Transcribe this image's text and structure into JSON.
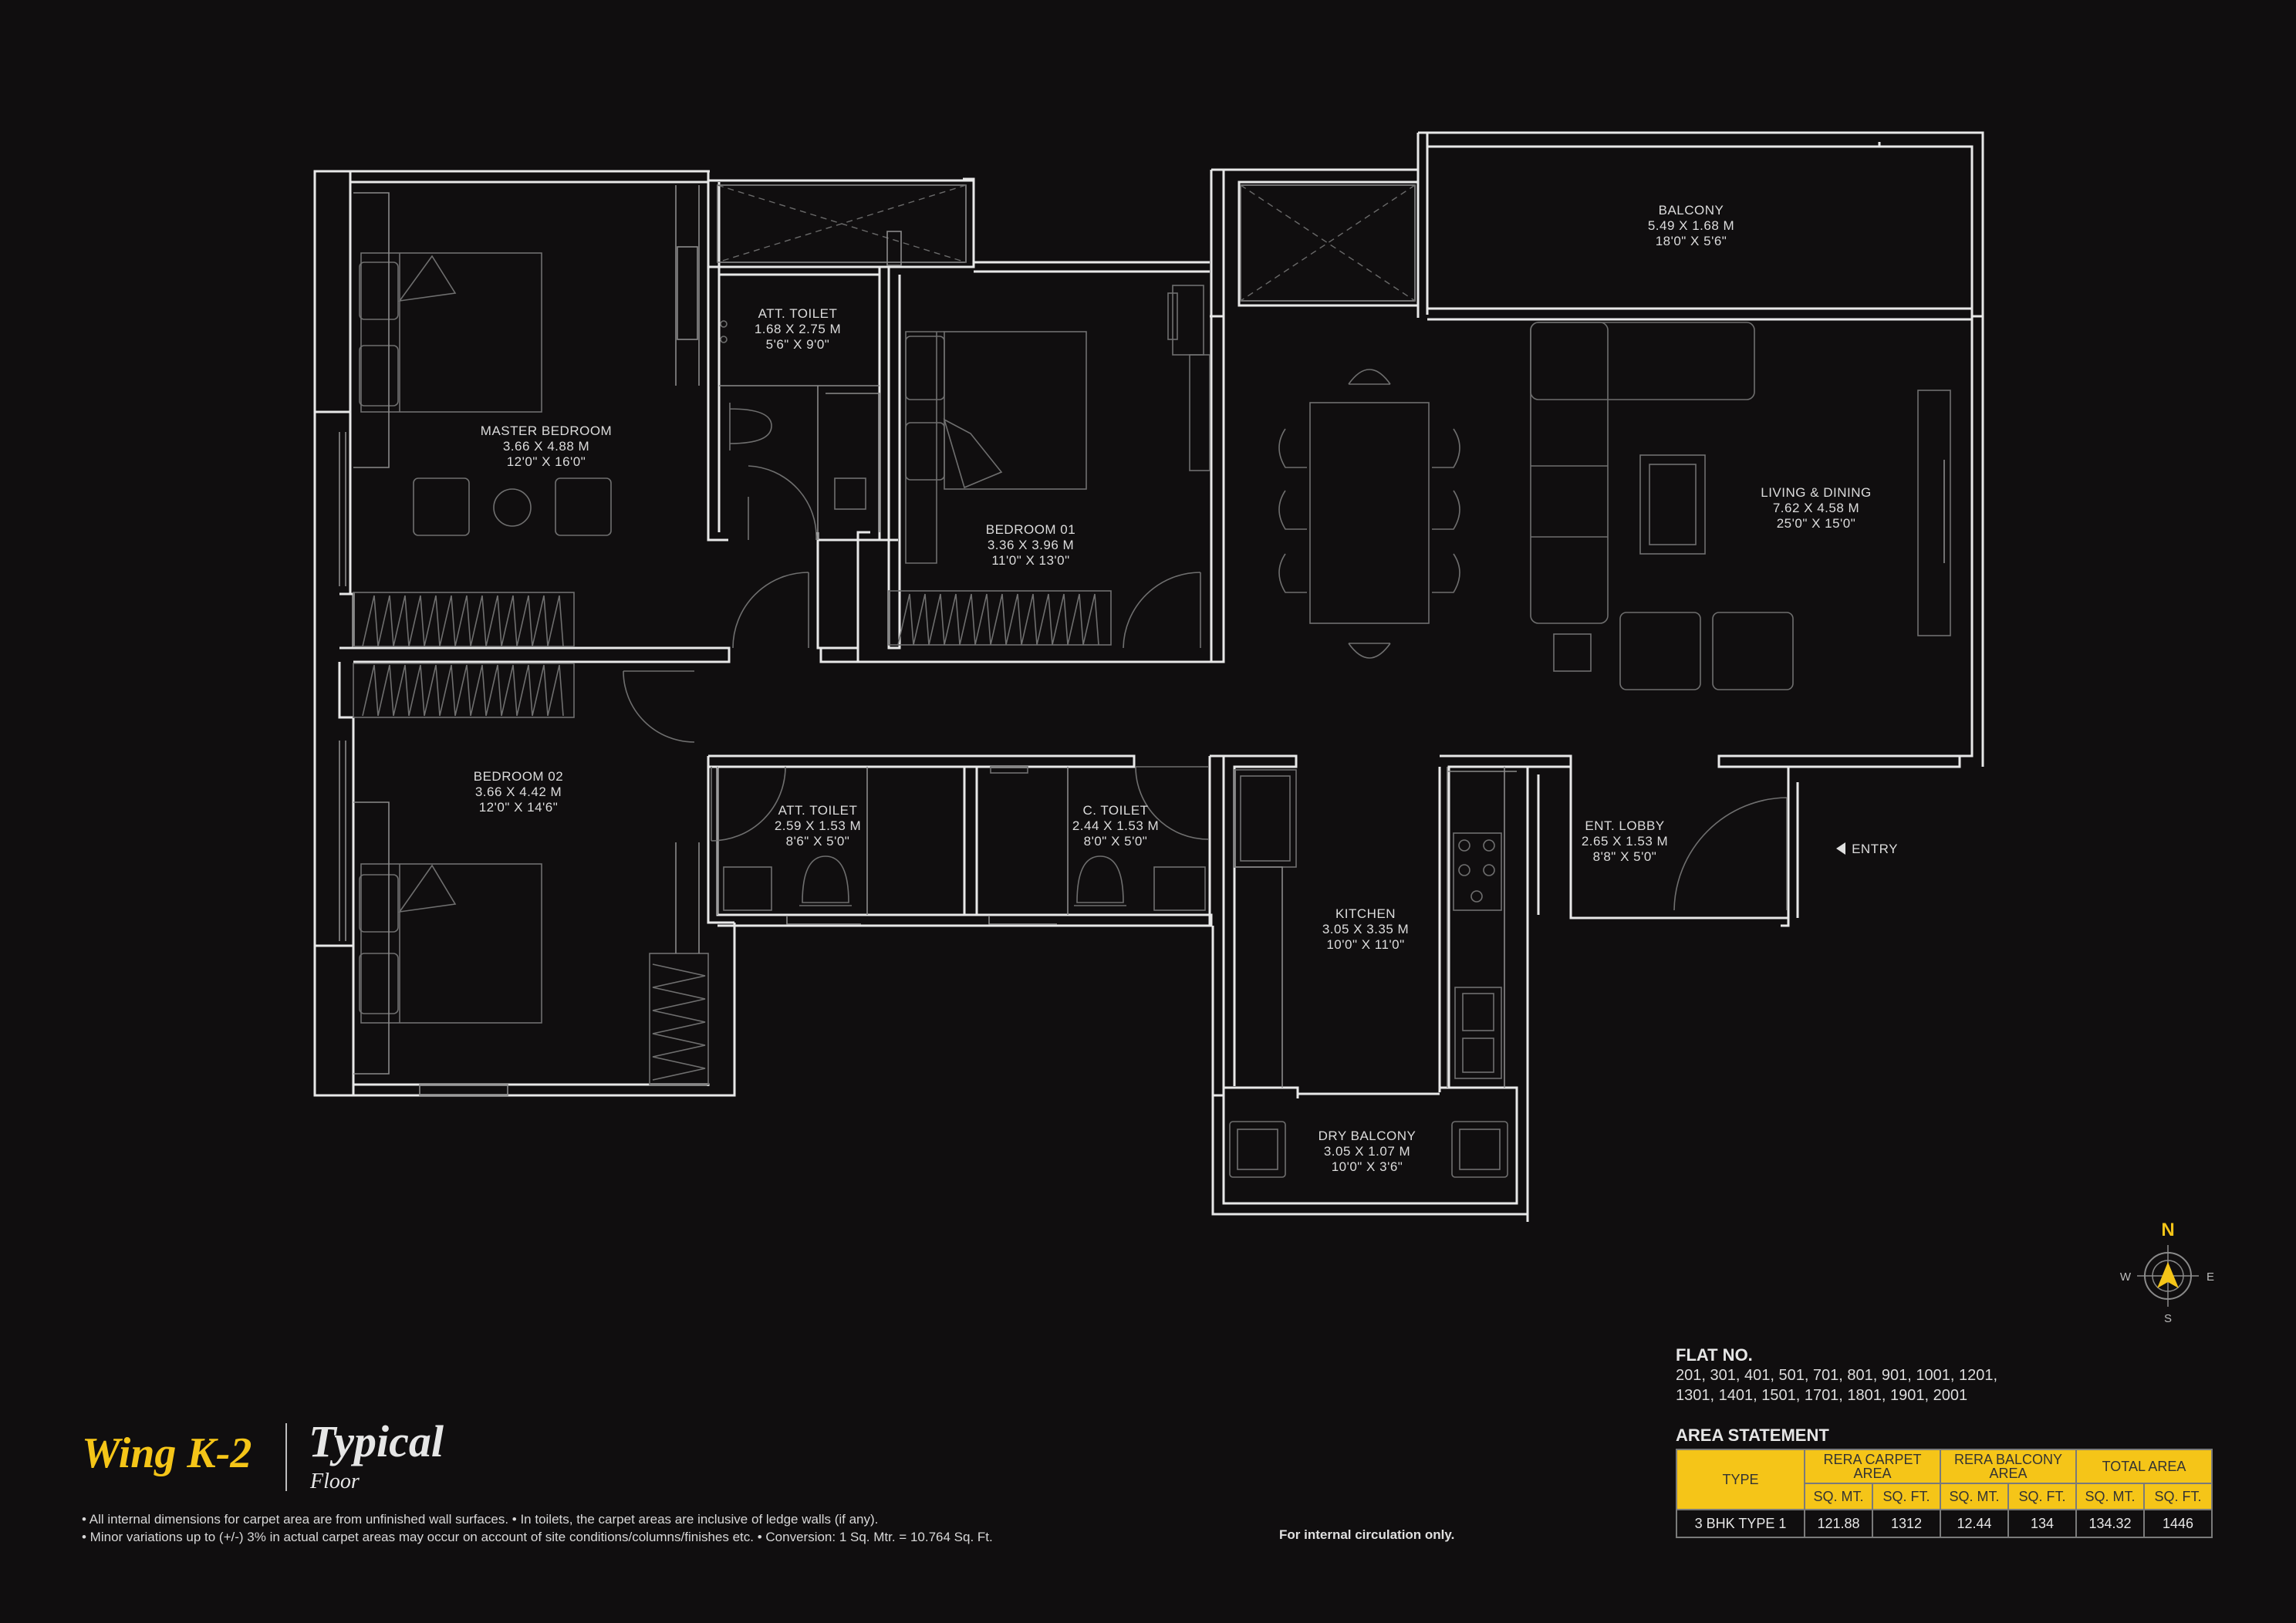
{
  "rooms": {
    "master_bedroom": {
      "name": "MASTER BEDROOM",
      "metric": "3.66 X 4.88 M",
      "imperial": "12'0\" X 16'0\""
    },
    "att_toilet_1": {
      "name": "ATT. TOILET",
      "metric": "1.68 X 2.75 M",
      "imperial": "5'6\" X 9'0\""
    },
    "bedroom_01": {
      "name": "BEDROOM 01",
      "metric": "3.36 X 3.96 M",
      "imperial": "11'0\" X 13'0\""
    },
    "balcony": {
      "name": "BALCONY",
      "metric": "5.49 X 1.68 M",
      "imperial": "18'0\" X 5'6\""
    },
    "living_dining": {
      "name": "LIVING & DINING",
      "metric": "7.62 X 4.58 M",
      "imperial": "25'0\" X 15'0\""
    },
    "bedroom_02": {
      "name": "BEDROOM 02",
      "metric": "3.66 X 4.42 M",
      "imperial": "12'0\" X 14'6\""
    },
    "att_toilet_2": {
      "name": "ATT. TOILET",
      "metric": "2.59 X 1.53 M",
      "imperial": "8'6\" X 5'0\""
    },
    "c_toilet": {
      "name": "C. TOILET",
      "metric": "2.44 X 1.53 M",
      "imperial": "8'0\" X 5'0\""
    },
    "ent_lobby": {
      "name": "ENT. LOBBY",
      "metric": "2.65 X 1.53 M",
      "imperial": "8'8\" X 5'0\""
    },
    "kitchen": {
      "name": "KITCHEN",
      "metric": "3.05 X 3.35 M",
      "imperial": "10'0\" X 11'0\""
    },
    "dry_balcony": {
      "name": "DRY BALCONY",
      "metric": "3.05 X 1.07 M",
      "imperial": "10'0\" X 3'6\""
    }
  },
  "entry_label": "ENTRY",
  "compass": {
    "n": "N",
    "e": "E",
    "s": "S",
    "w": "W"
  },
  "title": {
    "wing": "Wing K-2",
    "typical": "Typical",
    "floor": "Floor"
  },
  "notes": [
    "• All internal dimensions for carpet area are from unfinished wall surfaces. • In toilets, the carpet areas are inclusive of ledge walls (if any).",
    "• Minor variations up to (+/-) 3% in actual carpet areas may occur on account of site conditions/columns/finishes etc. • Conversion: 1 Sq. Mtr. = 10.764 Sq. Ft."
  ],
  "circulation_note": "For internal circulation only.",
  "flat_no": {
    "label": "FLAT NO.",
    "line1": "201, 301, 401, 501, 701, 801, 901, 1001, 1201,",
    "line2": "1301, 1401, 1501, 1701, 1801, 1901, 2001"
  },
  "area_statement": {
    "label": "AREA STATEMENT",
    "type_header": "TYPE",
    "carpet_header": "RERA CARPET AREA",
    "balcony_header": "RERA BALCONY AREA",
    "total_header": "TOTAL AREA",
    "unit_mt": "SQ. MT.",
    "unit_ft": "SQ. FT.",
    "row": {
      "type": "3 BHK TYPE 1",
      "carpet_mt": "121.88",
      "carpet_ft": "1312",
      "balcony_mt": "12.44",
      "balcony_ft": "134",
      "total_mt": "134.32",
      "total_ft": "1446"
    }
  },
  "colors": {
    "background": "#100e0f",
    "accent": "#f5c518",
    "lines": "#e8e8e8"
  }
}
